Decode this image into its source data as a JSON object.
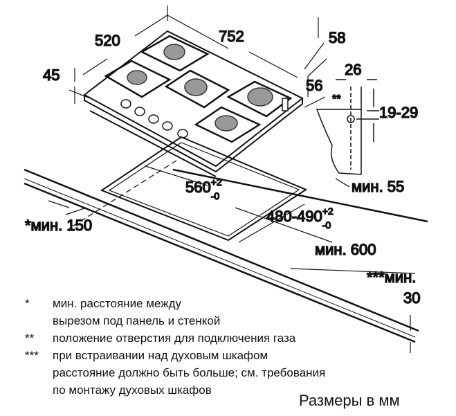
{
  "dimensions": {
    "width": "752",
    "depth": "520",
    "height": "45",
    "rear_offset": "58",
    "side_offset": "56",
    "gas_x": "26",
    "gas_marker": "**",
    "gas_y": "19-29",
    "cutout_width": "560",
    "cutout_width_tol_plus": "+2",
    "cutout_width_tol_minus": "-0",
    "cutout_depth": "480-490",
    "cutout_depth_tol_plus": "+2",
    "cutout_depth_tol_minus": "-0",
    "min_back": "мин. 55",
    "min_side": "*мин. 150",
    "min_front": "мин. 600",
    "min_oven": "***мин.",
    "min_oven_value": "30"
  },
  "notes": [
    {
      "mark": "*",
      "text": "мин. расстояние между"
    },
    {
      "mark": "",
      "text": "вырезом под панель и стенкой"
    },
    {
      "mark": "**",
      "text": "положение отверстия для подключения газа"
    },
    {
      "mark": "***",
      "text": "при встраивании над духовым шкафом"
    },
    {
      "mark": "",
      "text": "расстояние должно быть больше; см. требования"
    },
    {
      "mark": "",
      "text": "по монтажу духовых шкафов"
    }
  ],
  "units_label": "Размеры в мм"
}
